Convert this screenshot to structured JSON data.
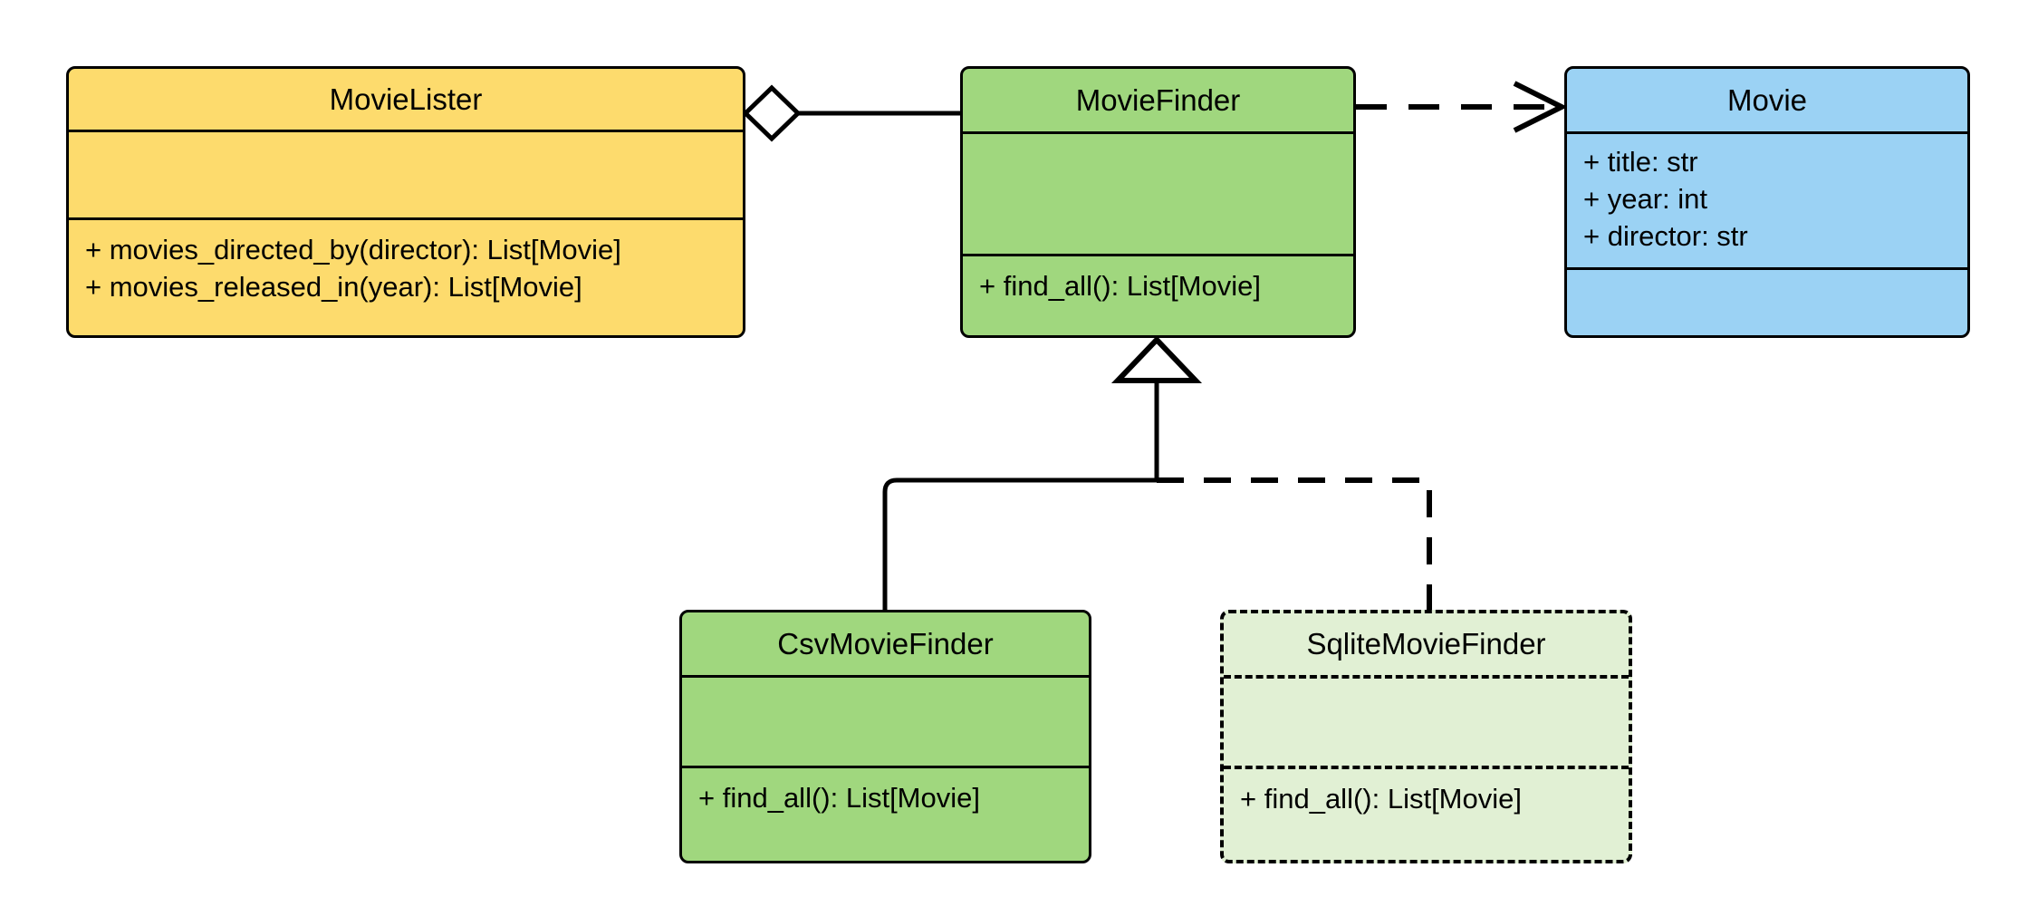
{
  "diagram": {
    "type": "uml-class-diagram",
    "background_color": "#FFFFFF",
    "line_color": "#000000"
  },
  "classes": [
    {
      "id": "movie-lister",
      "name": "MovieLister",
      "fill_color": "#FDDB6D",
      "border_style": "solid",
      "attributes": [],
      "methods": [
        "+ movies_directed_by(director): List[Movie]",
        "+ movies_released_in(year): List[Movie]"
      ]
    },
    {
      "id": "movie-finder",
      "name": "MovieFinder",
      "fill_color": "#A0D77E",
      "border_style": "solid",
      "attributes": [],
      "methods": [
        "+ find_all(): List[Movie]"
      ]
    },
    {
      "id": "movie",
      "name": "Movie",
      "fill_color": "#9BD2F4",
      "border_style": "solid",
      "attributes": [
        "+ title: str",
        "+ year: int",
        "+ director: str"
      ],
      "methods": []
    },
    {
      "id": "csv-movie-finder",
      "name": "CsvMovieFinder",
      "fill_color": "#A0D77E",
      "border_style": "solid",
      "attributes": [],
      "methods": [
        "+ find_all(): List[Movie]"
      ]
    },
    {
      "id": "sqlite-movie-finder",
      "name": "SqliteMovieFinder",
      "fill_color": "#E1F0D4",
      "border_style": "dashed",
      "attributes": [],
      "methods": [
        "+ find_all(): List[Movie]"
      ]
    }
  ],
  "relationships": [
    {
      "id": "aggregation-lister-finder",
      "type": "aggregation",
      "from": "MovieLister",
      "to": "MovieFinder",
      "line_style": "solid",
      "end_marker": "hollow-diamond"
    },
    {
      "id": "dependency-finder-movie",
      "type": "dependency",
      "from": "MovieFinder",
      "to": "Movie",
      "line_style": "dashed",
      "end_marker": "open-arrow"
    },
    {
      "id": "inheritance-csv-finder",
      "type": "generalization",
      "from": "CsvMovieFinder",
      "to": "MovieFinder",
      "line_style": "solid",
      "end_marker": "hollow-triangle"
    },
    {
      "id": "inheritance-sqlite-finder",
      "type": "generalization",
      "from": "SqliteMovieFinder",
      "to": "MovieFinder",
      "line_style": "dashed",
      "end_marker": "hollow-triangle"
    }
  ]
}
